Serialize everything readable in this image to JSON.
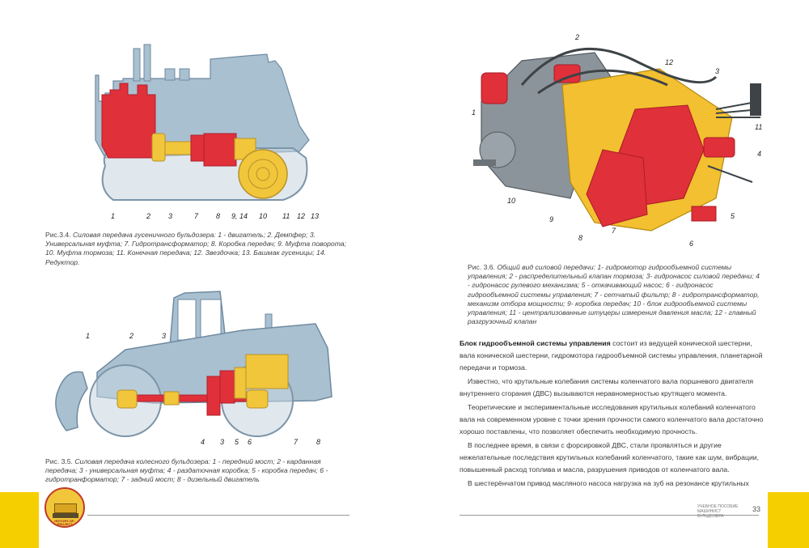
{
  "fig34": {
    "labels": [
      "1",
      "2",
      "3",
      "7",
      "8",
      "9, 14",
      "10",
      "11",
      "12",
      "13"
    ],
    "caption_lead": "Рис.3.4. ",
    "caption_body": "Силовая передача гусеничного бульдозера: 1 - двигатель; 2. Демпфер; 3. Универсальная муфта; 7. Гидротрансформатор; 8. Коробка передач; 9. Муфта поворота; 10. Муфта тормоза; 11. Конечная передача; 12. Звездочка; 13. Башмак гусеницы; 14. Редуктор."
  },
  "fig35": {
    "labels_top": [
      "1",
      "2",
      "3"
    ],
    "labels_bottom": [
      "4",
      "3",
      "5",
      "6",
      "7",
      "8"
    ],
    "caption_lead": "Рис. 3.5. ",
    "caption_body": "Силовая передача колесного бульдозера: 1 - передний мост; 2 - карданная передача; 3 - универсальная муфта; 4 - раздаточная коробка; 5 - коробка передач; 6 - гидротранформатор; 7 - задний мост; 8 - дизельный двигатель"
  },
  "fig36": {
    "labels": [
      "1",
      "2",
      "12",
      "3",
      "11",
      "4",
      "5",
      "6",
      "7",
      "8",
      "9",
      "10"
    ],
    "caption_lead": "Рис. 3.6. ",
    "caption_body": "Общий вид силовой передачи: 1- гидромотор гидрообъемной системы управления; 2 - распределительный клапан тормоза; 3- гидронасос силовой передачи; 4 - гидронасос рулевого механизма; 5 - откачивающий насос; 6 - гидронасос гидрообъемной системы управления; 7 - сетчатый фильтр; 8 - гидротрансформатор, механизм отбора мощности; 9- коробка передач; 10 - блок гидрообъемной системы управления; 11 - централизованные штуцеры измерения давления масла; 12 - главный разгрузочный клапан"
  },
  "text": {
    "p1_bold": "Блок гидрообъемной системы управления",
    "p1_rest": " состоит из ведущей конической шестерни, вала конической шестерни, гидромотора гидрообъемной системы управления, планетарной передачи и тормоза.",
    "p2": "Известно, что крутильные колебания системы коленчатого вала поршневого двигателя внутреннего сгорания (ДВС) вызываются неравномерностью крутящего момента.",
    "p3": "Теоретические и экспериментальные исследования крутильных колебаний коленчатого вала на современном уровне с точки зрения прочности самого коленчатого вала достаточно хорошо поставлены, что позволяет обеспечить необходимую прочность.",
    "p4": "В последнее время, в связи с форсировкой ДВС, стали проявляться и другие нежелательные последствия крутильных колебаний коленчатого, такие как шум, вибрации, повышенный расход топлива и масла, разрушения приводов от коленчатого вала.",
    "p5": "В шестерёнчатом привод масляного насоса нагрузка на зуб на резонансе крутильных"
  },
  "footer": {
    "book_line1": "Учебное пособие",
    "book_line2": "Машинист бульдозера",
    "page_number": "33",
    "logo_text": "HISTORY-OF-PROJECT"
  },
  "colors": {
    "edge_yellow": "#f6cf00",
    "body_blue": "#9fb7c9",
    "engine_red": "#e0303a",
    "drive_yellow": "#f1c63b"
  }
}
